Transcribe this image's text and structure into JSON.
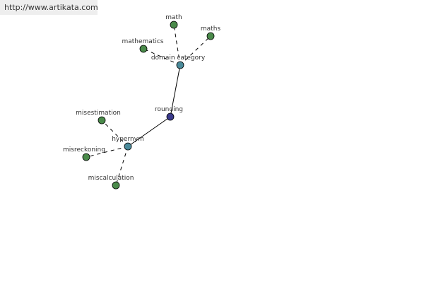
{
  "source": {
    "url": "http://www.artikata.com"
  },
  "colors": {
    "central": "#3a3a8c",
    "category": "#4a8a9a",
    "leaf": "#4a8a4a",
    "banner_bg": "#eeeeee"
  },
  "nodes": [
    {
      "id": "rounding",
      "label": "rounding",
      "kind": "central"
    },
    {
      "id": "domain-category",
      "label": "domain category",
      "kind": "category"
    },
    {
      "id": "hypernym",
      "label": "hypernym",
      "kind": "category"
    },
    {
      "id": "math",
      "label": "math",
      "kind": "leaf"
    },
    {
      "id": "maths",
      "label": "maths",
      "kind": "leaf"
    },
    {
      "id": "mathematics",
      "label": "mathematics",
      "kind": "leaf"
    },
    {
      "id": "misestimation",
      "label": "misestimation",
      "kind": "leaf"
    },
    {
      "id": "misreckoning",
      "label": "misreckoning",
      "kind": "leaf"
    },
    {
      "id": "miscalculation",
      "label": "miscalculation",
      "kind": "leaf"
    }
  ],
  "edges": [
    {
      "from": "rounding",
      "to": "domain-category",
      "style": "solid"
    },
    {
      "from": "rounding",
      "to": "hypernym",
      "style": "solid"
    },
    {
      "from": "domain-category",
      "to": "math",
      "style": "dashed"
    },
    {
      "from": "domain-category",
      "to": "maths",
      "style": "dashed"
    },
    {
      "from": "domain-category",
      "to": "mathematics",
      "style": "dashed"
    },
    {
      "from": "hypernym",
      "to": "misestimation",
      "style": "dashed"
    },
    {
      "from": "hypernym",
      "to": "misreckoning",
      "style": "dashed"
    },
    {
      "from": "hypernym",
      "to": "miscalculation",
      "style": "dashed"
    }
  ]
}
